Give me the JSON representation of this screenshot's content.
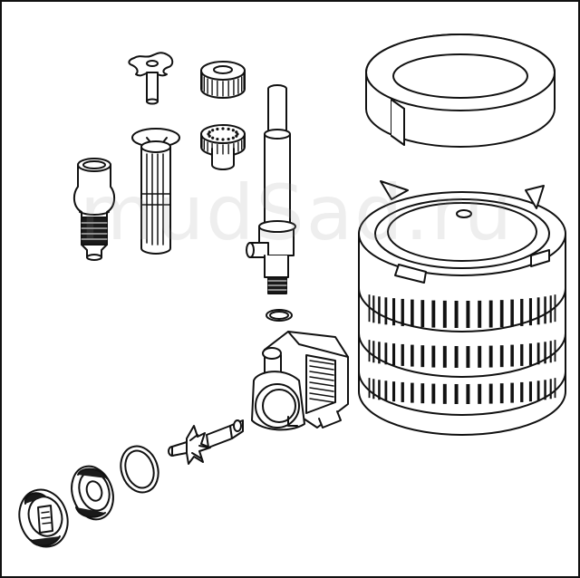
{
  "diagram": {
    "watermark": "mudSad.ru",
    "parts": [
      {
        "id": "foam-ring",
        "icon": "foam-ring-icon"
      },
      {
        "id": "filter-cage",
        "icon": "cylindrical-filter-cage-icon"
      },
      {
        "id": "nozzle-small",
        "icon": "tee-nozzle-icon"
      },
      {
        "id": "nozzle-cap-small",
        "icon": "gear-cap-icon"
      },
      {
        "id": "nozzle-cap-perforated",
        "icon": "perforated-nozzle-icon"
      },
      {
        "id": "foam-nozzle",
        "icon": "foam-jet-nozzle-icon"
      },
      {
        "id": "bell-nozzle",
        "icon": "bell-nozzle-icon"
      },
      {
        "id": "extension-pipe",
        "icon": "telescopic-pipe-icon"
      },
      {
        "id": "small-o-ring",
        "icon": "o-ring-icon"
      },
      {
        "id": "pump-body",
        "icon": "submersible-pump-icon"
      },
      {
        "id": "impeller",
        "icon": "impeller-icon"
      },
      {
        "id": "large-o-ring",
        "icon": "o-ring-icon"
      },
      {
        "id": "volute-cover",
        "icon": "volute-cover-icon"
      },
      {
        "id": "inlet-cap",
        "icon": "inlet-cap-icon"
      }
    ],
    "colors": {
      "line": "#111111",
      "fill": "#ffffff",
      "shade": "#1a1a1a"
    }
  }
}
